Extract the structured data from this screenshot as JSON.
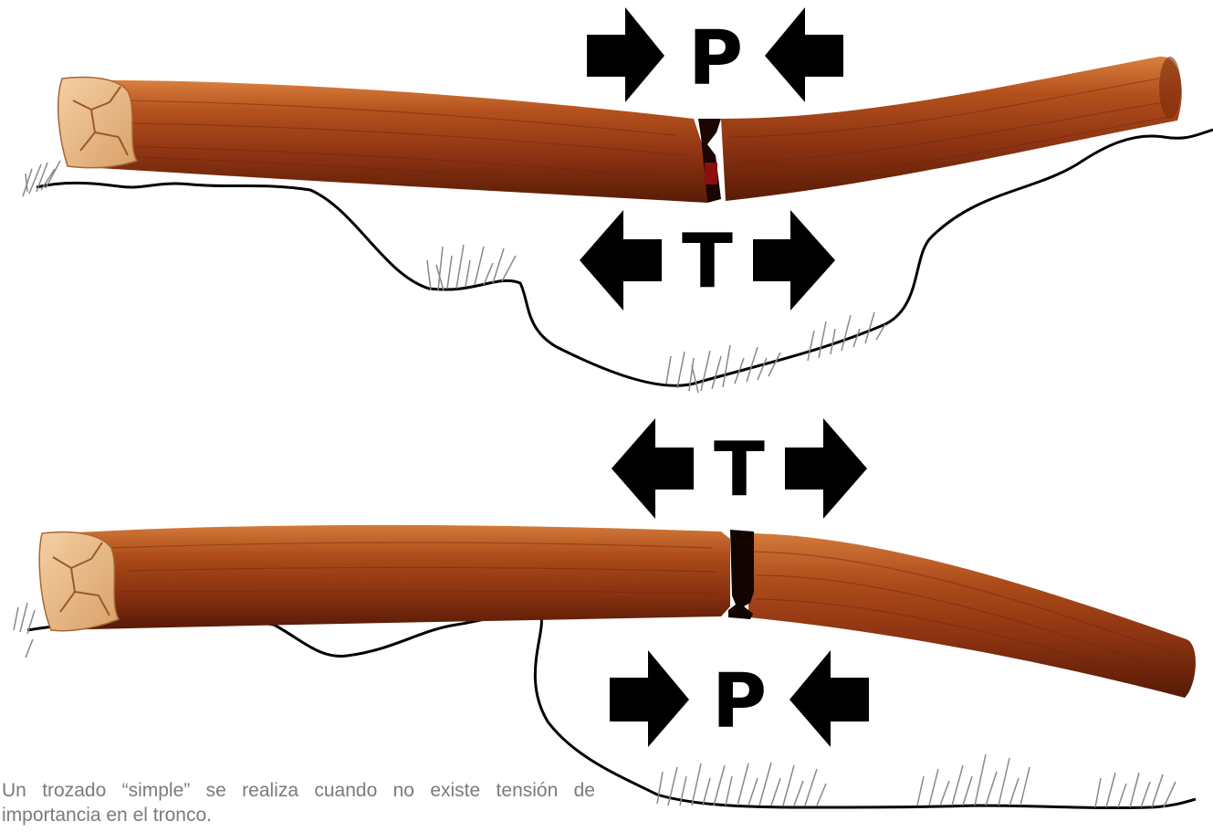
{
  "top_diagram": {
    "compression_label": "P",
    "tension_label": "T"
  },
  "bottom_diagram": {
    "tension_label": "T",
    "compression_label": "P"
  },
  "caption": "Un trozado “simple” se realiza cuando no existe tensión de importancia en el tronco."
}
